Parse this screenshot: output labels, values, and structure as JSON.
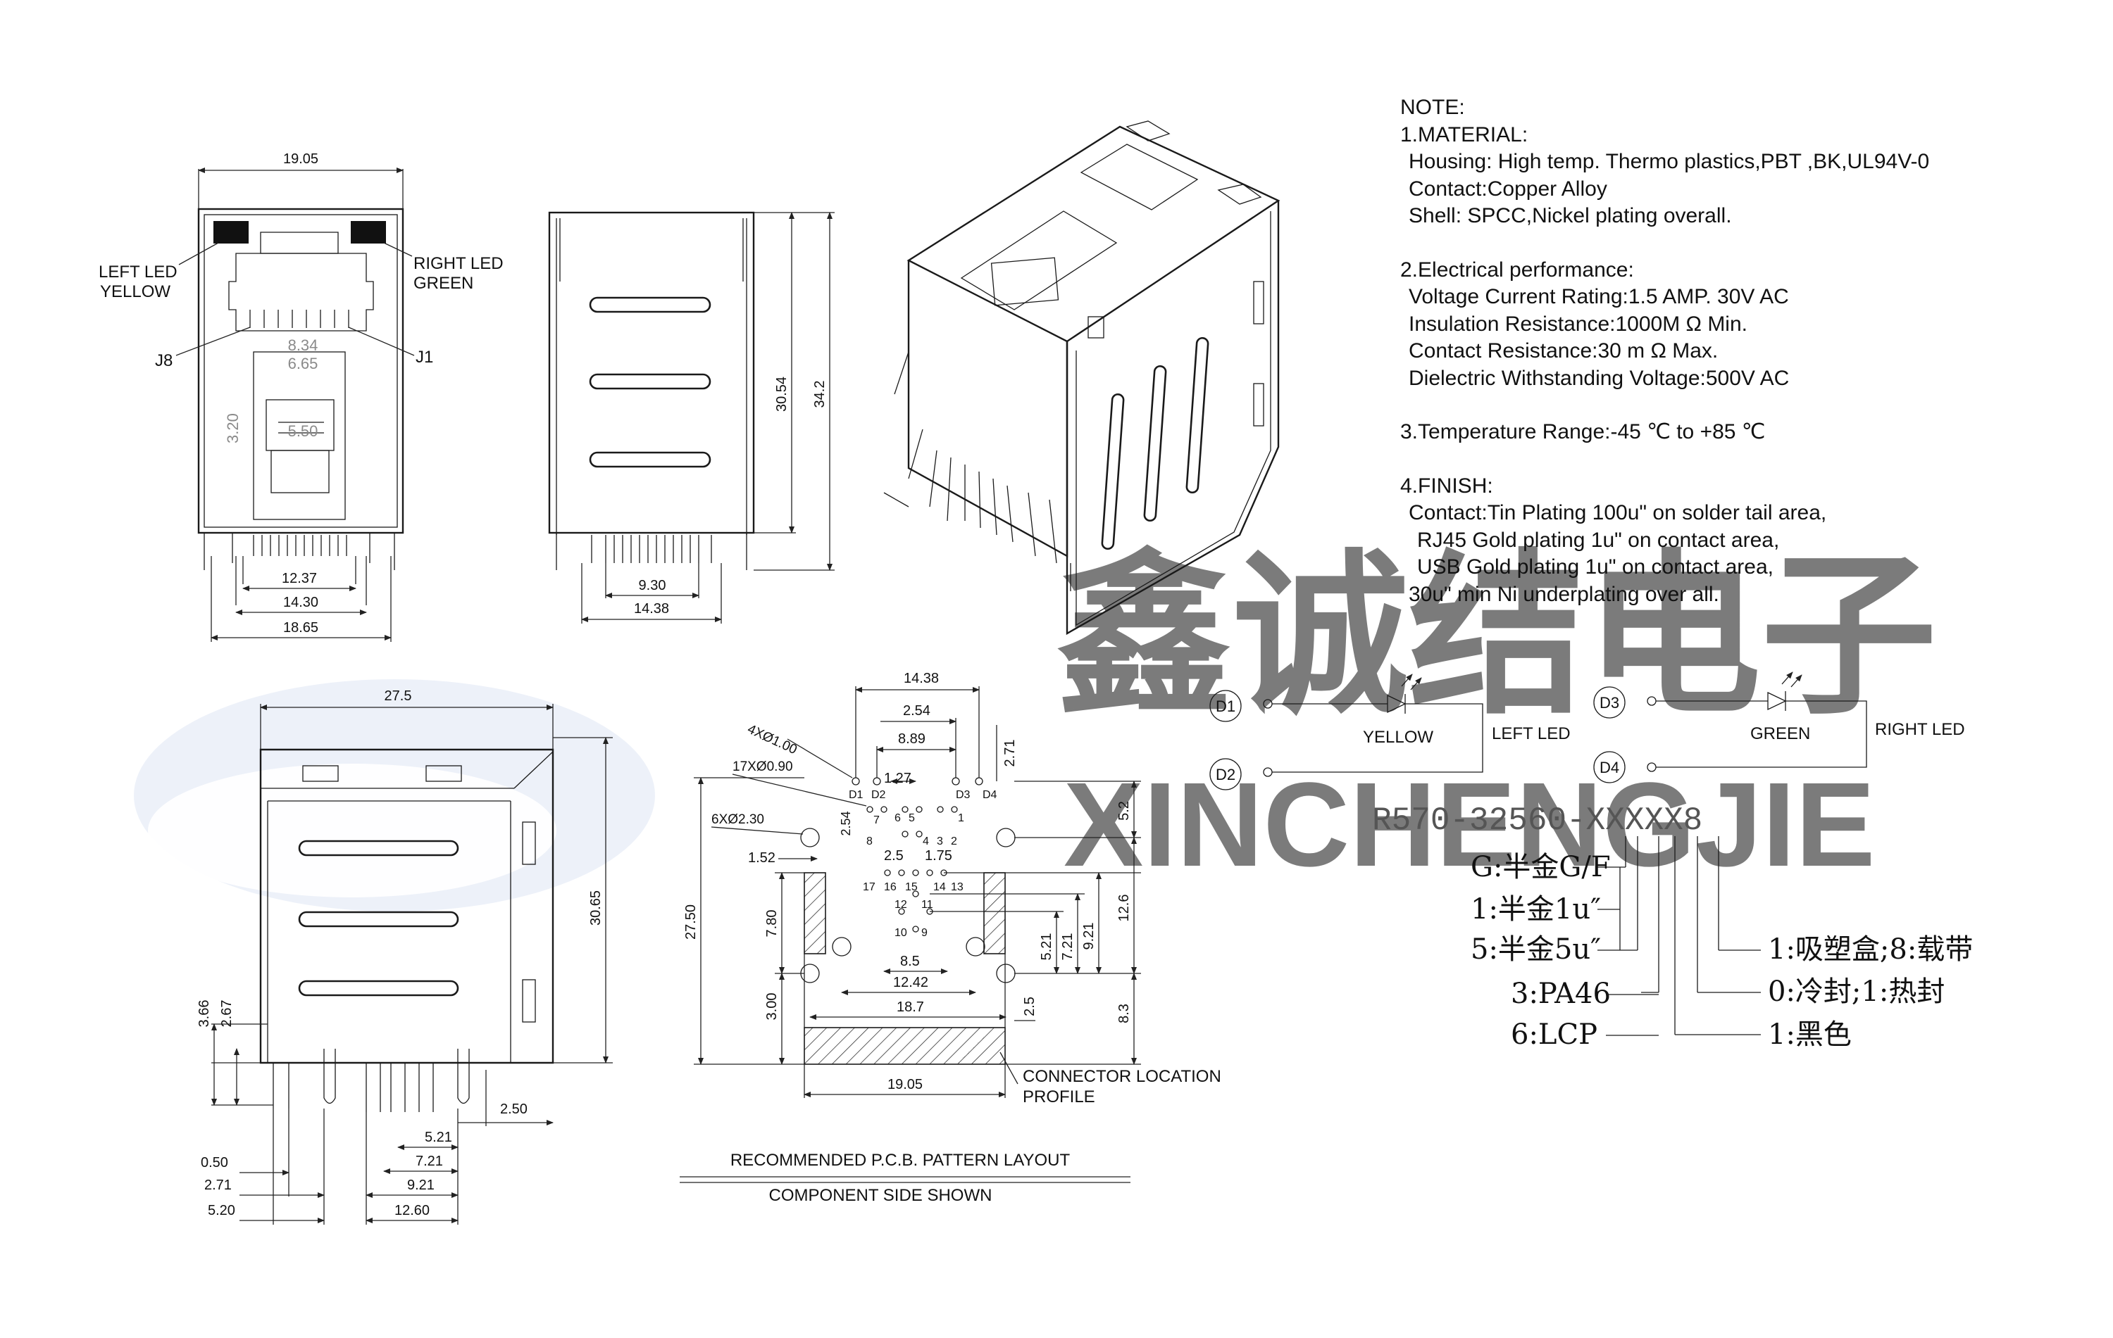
{
  "notes": {
    "title": "NOTE:",
    "material": {
      "heading": "1.MATERIAL:",
      "housing": "Housing:  High temp. Thermo plastics,PBT ,BK,UL94V-0",
      "contact": "Contact:Copper Alloy",
      "shell": "Shell: SPCC,Nickel plating overall."
    },
    "electrical": {
      "heading": "2.Electrical performance:",
      "rating": "Voltage Current Rating:1.5 AMP. 30V AC",
      "insulation": "Insulation Resistance:1000M Ω Min.",
      "contact_resistance": "Contact Resistance:30 m Ω Max.",
      "dielectric": "Dielectric Withstanding Voltage:500V AC"
    },
    "temperature": "3.Temperature Range:-45 ℃ to +85 ℃",
    "finish": {
      "heading": "4.FINISH:",
      "line1": "Contact:Tin Plating 100u\" on solder tail area,",
      "line2": "RJ45 Gold plating 1u\" on contact area,",
      "line3": "USB Gold plating 1u\" on contact area,",
      "line4": "30u\" min Ni underplating over all."
    }
  },
  "front_view": {
    "width": "19.05",
    "left_led": "LEFT LED",
    "left_led_color": "YELLOW",
    "right_led": "RIGHT LED",
    "right_led_color": "GREEN",
    "pin_j8": "J8",
    "pin_j1": "J1",
    "d_834": "8.34",
    "d_665": "6.65",
    "d_320": "3.20",
    "d_550": "5.50",
    "d_1237": "12.37",
    "d_1430": "14.30",
    "d_1865": "18.65"
  },
  "side_view": {
    "h_3054": "30.54",
    "h_342": "34.2",
    "w_930": "9.30",
    "w_1438": "14.38"
  },
  "bottom_left_view": {
    "width": "27.5",
    "height": "30.65",
    "d_366": "3.66",
    "d_267": "2.67",
    "d_250": "2.50",
    "d_521": "5.21",
    "d_721": "7.21",
    "d_921": "9.21",
    "d_050": "0.50",
    "d_271": "2.71",
    "d_520": "5.20",
    "d_1260": "12.60"
  },
  "pcb_layout": {
    "d_1438": "14.38",
    "d_254": "2.54",
    "d_889": "8.89",
    "d_271": "2.71",
    "holes_4": "4XØ1.00",
    "holes_17": "17XØ0.90",
    "holes_6": "6XØ2.30",
    "d_127": "1.27",
    "d_254b": "2.54",
    "d_152": "1.52",
    "d_25": "2.5",
    "d_175": "1.75",
    "d_52": "5.2",
    "d_2750": "27.50",
    "d_780": "7.80",
    "d_126": "12.6",
    "d_921": "9.21",
    "d_721": "7.21",
    "d_521": "5.21",
    "d_85": "8.5",
    "d_1242": "12.42",
    "d_187": "18.7",
    "d_300": "3.00",
    "d_25b": "2.5",
    "d_83": "8.3",
    "d_1905": "19.05",
    "d_25c": "2.5",
    "pins": [
      "D1",
      "D2",
      "D3",
      "D4",
      "1",
      "2",
      "3",
      "4",
      "5",
      "6",
      "7",
      "8",
      "9",
      "10",
      "11",
      "12",
      "13",
      "14",
      "15",
      "16",
      "17"
    ],
    "location_1": "CONNECTOR LOCATION",
    "location_2": "PROFILE",
    "caption": "RECOMMENDED P.C.B. PATTERN LAYOUT",
    "subcaption": "COMPONENT SIDE SHOWN"
  },
  "led_circuit": {
    "d1": "D1",
    "d2": "D2",
    "d3": "D3",
    "d4": "D4",
    "yellow": "YELLOW",
    "left_led": "LEFT LED",
    "green": "GREEN",
    "right_led": "RIGHT LED"
  },
  "part_number": {
    "code": "R570-32560-XXXXX8",
    "opt_g": "G:半金G/F",
    "opt_1": "1:半金1u″",
    "opt_5": "5:半金5u″",
    "opt_3": "3:PA46",
    "opt_6": "6:LCP",
    "opt_pack": "1:吸塑盒;8:载带",
    "opt_seal": "0:冷封;1:热封",
    "opt_color": "1:黑色"
  },
  "watermark": {
    "cn": "鑫诚结电子",
    "en": "XINCHENGJIE"
  },
  "colors": {
    "line": "#1a1a1a",
    "watermark": "#cfd9ee"
  }
}
